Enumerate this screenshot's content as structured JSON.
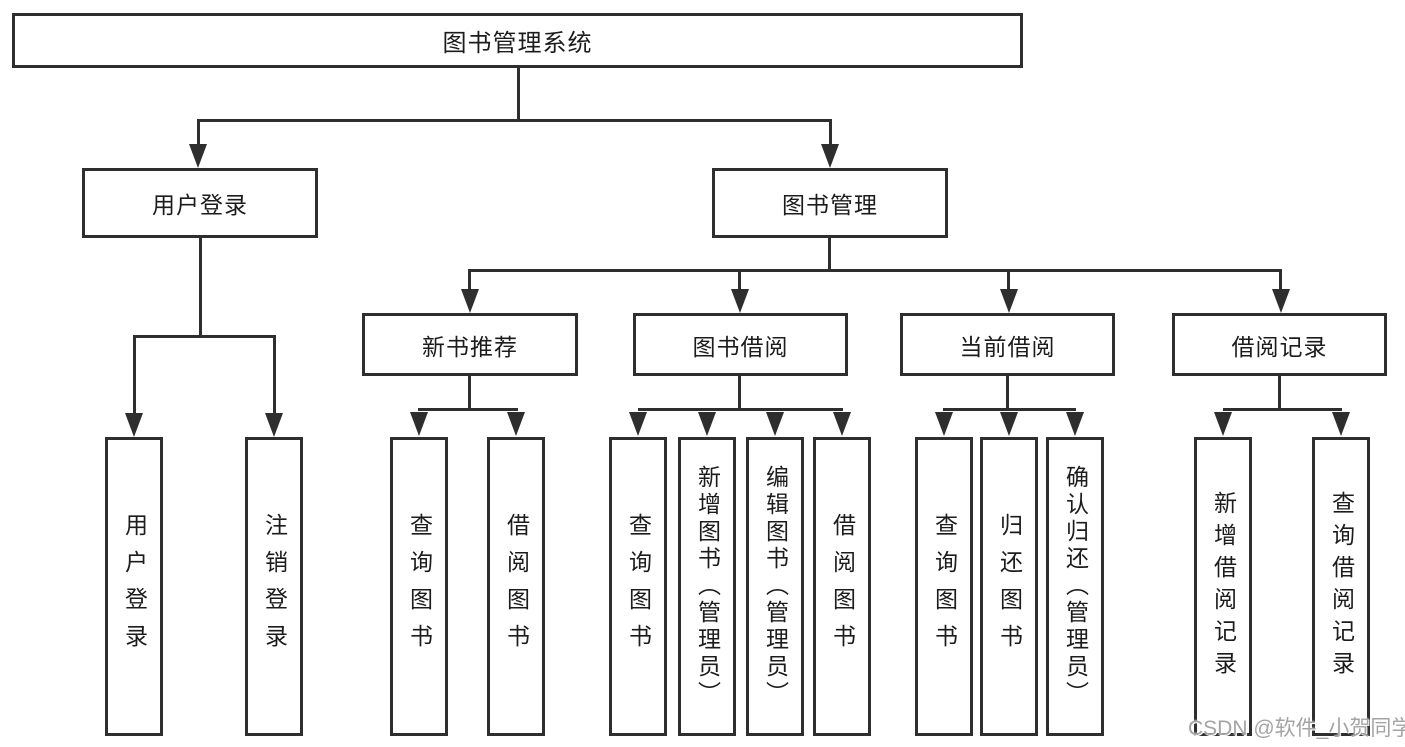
{
  "diagram": {
    "root": {
      "label": "图书管理系统"
    },
    "user_login": {
      "label": "用户登录",
      "children": {
        "login": "用户登录",
        "logout": "注销登录"
      }
    },
    "book_mgmt": {
      "label": "图书管理",
      "children": {
        "new_book": {
          "label": "新书推荐",
          "children": {
            "query": "查询图书",
            "borrow": "借阅图书"
          }
        },
        "borrowing": {
          "label": "图书借阅",
          "children": {
            "query": "查询图书",
            "add": "新增图书（管理员）",
            "edit": "编辑图书（管理员）",
            "borrow": "借阅图书"
          }
        },
        "current": {
          "label": "当前借阅",
          "children": {
            "query": "查询图书",
            "return": "归还图书",
            "confirm": "确认归还（管理员）"
          }
        },
        "records": {
          "label": "借阅记录",
          "children": {
            "add": "新增借阅记录",
            "query": "查询借阅记录"
          }
        }
      }
    },
    "watermark": "CSDN @软件_小贺同学",
    "colors": {
      "line": "#2e2e2e",
      "text": "#1c1c1c",
      "background": "#ffffff",
      "watermark": "#a4a4a4"
    }
  }
}
